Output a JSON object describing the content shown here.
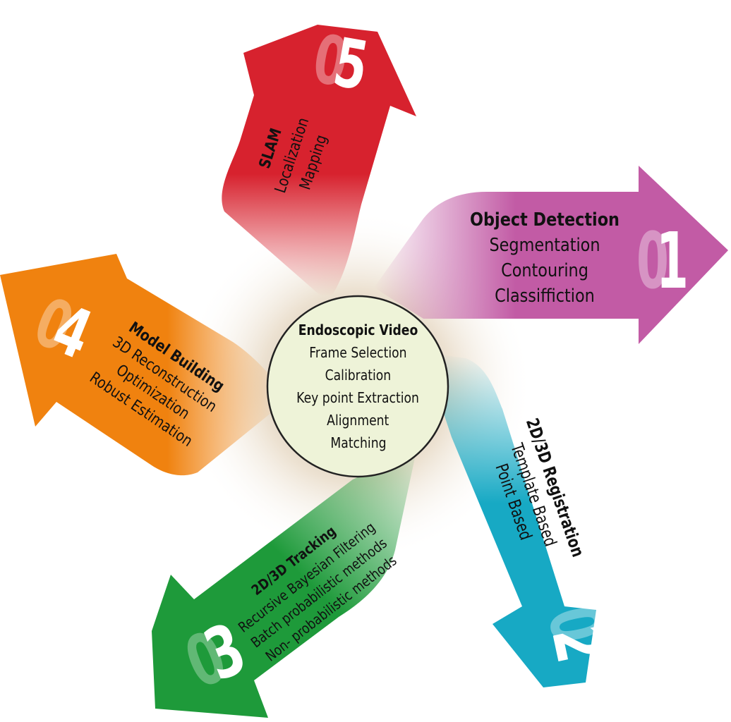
{
  "center": {
    "title": "Endoscopic Video",
    "items": [
      "Frame Selection",
      "Calibration",
      "Key point Extraction",
      "Alignment",
      "Matching"
    ]
  },
  "arrows": [
    {
      "number": "1",
      "ghost": "0",
      "title": "Object Detection",
      "items": [
        "Segmentation",
        "Contouring",
        "Classiffiction"
      ],
      "color": "#c25ba5"
    },
    {
      "number": "2",
      "ghost": "0",
      "title": "2D/3D Registration",
      "items": [
        "Template Based",
        "Point Based"
      ],
      "color": "#17a9c4"
    },
    {
      "number": "3",
      "ghost": "0",
      "title": "2D/3D Tracking",
      "items": [
        "Recursive Bayesian Filtering",
        "Batch probabilistic methods",
        "Non- probabilistic methods"
      ],
      "color": "#1e9a3a"
    },
    {
      "number": "4",
      "ghost": "0",
      "title": "Model Building",
      "items": [
        "3D Reconstruction",
        "Optimization",
        "Robust Estimation"
      ],
      "color": "#f0820f"
    },
    {
      "number": "5",
      "ghost": "0",
      "title": "SLAM",
      "items": [
        "Localization",
        "Mapping"
      ],
      "color": "#d7222e"
    }
  ]
}
